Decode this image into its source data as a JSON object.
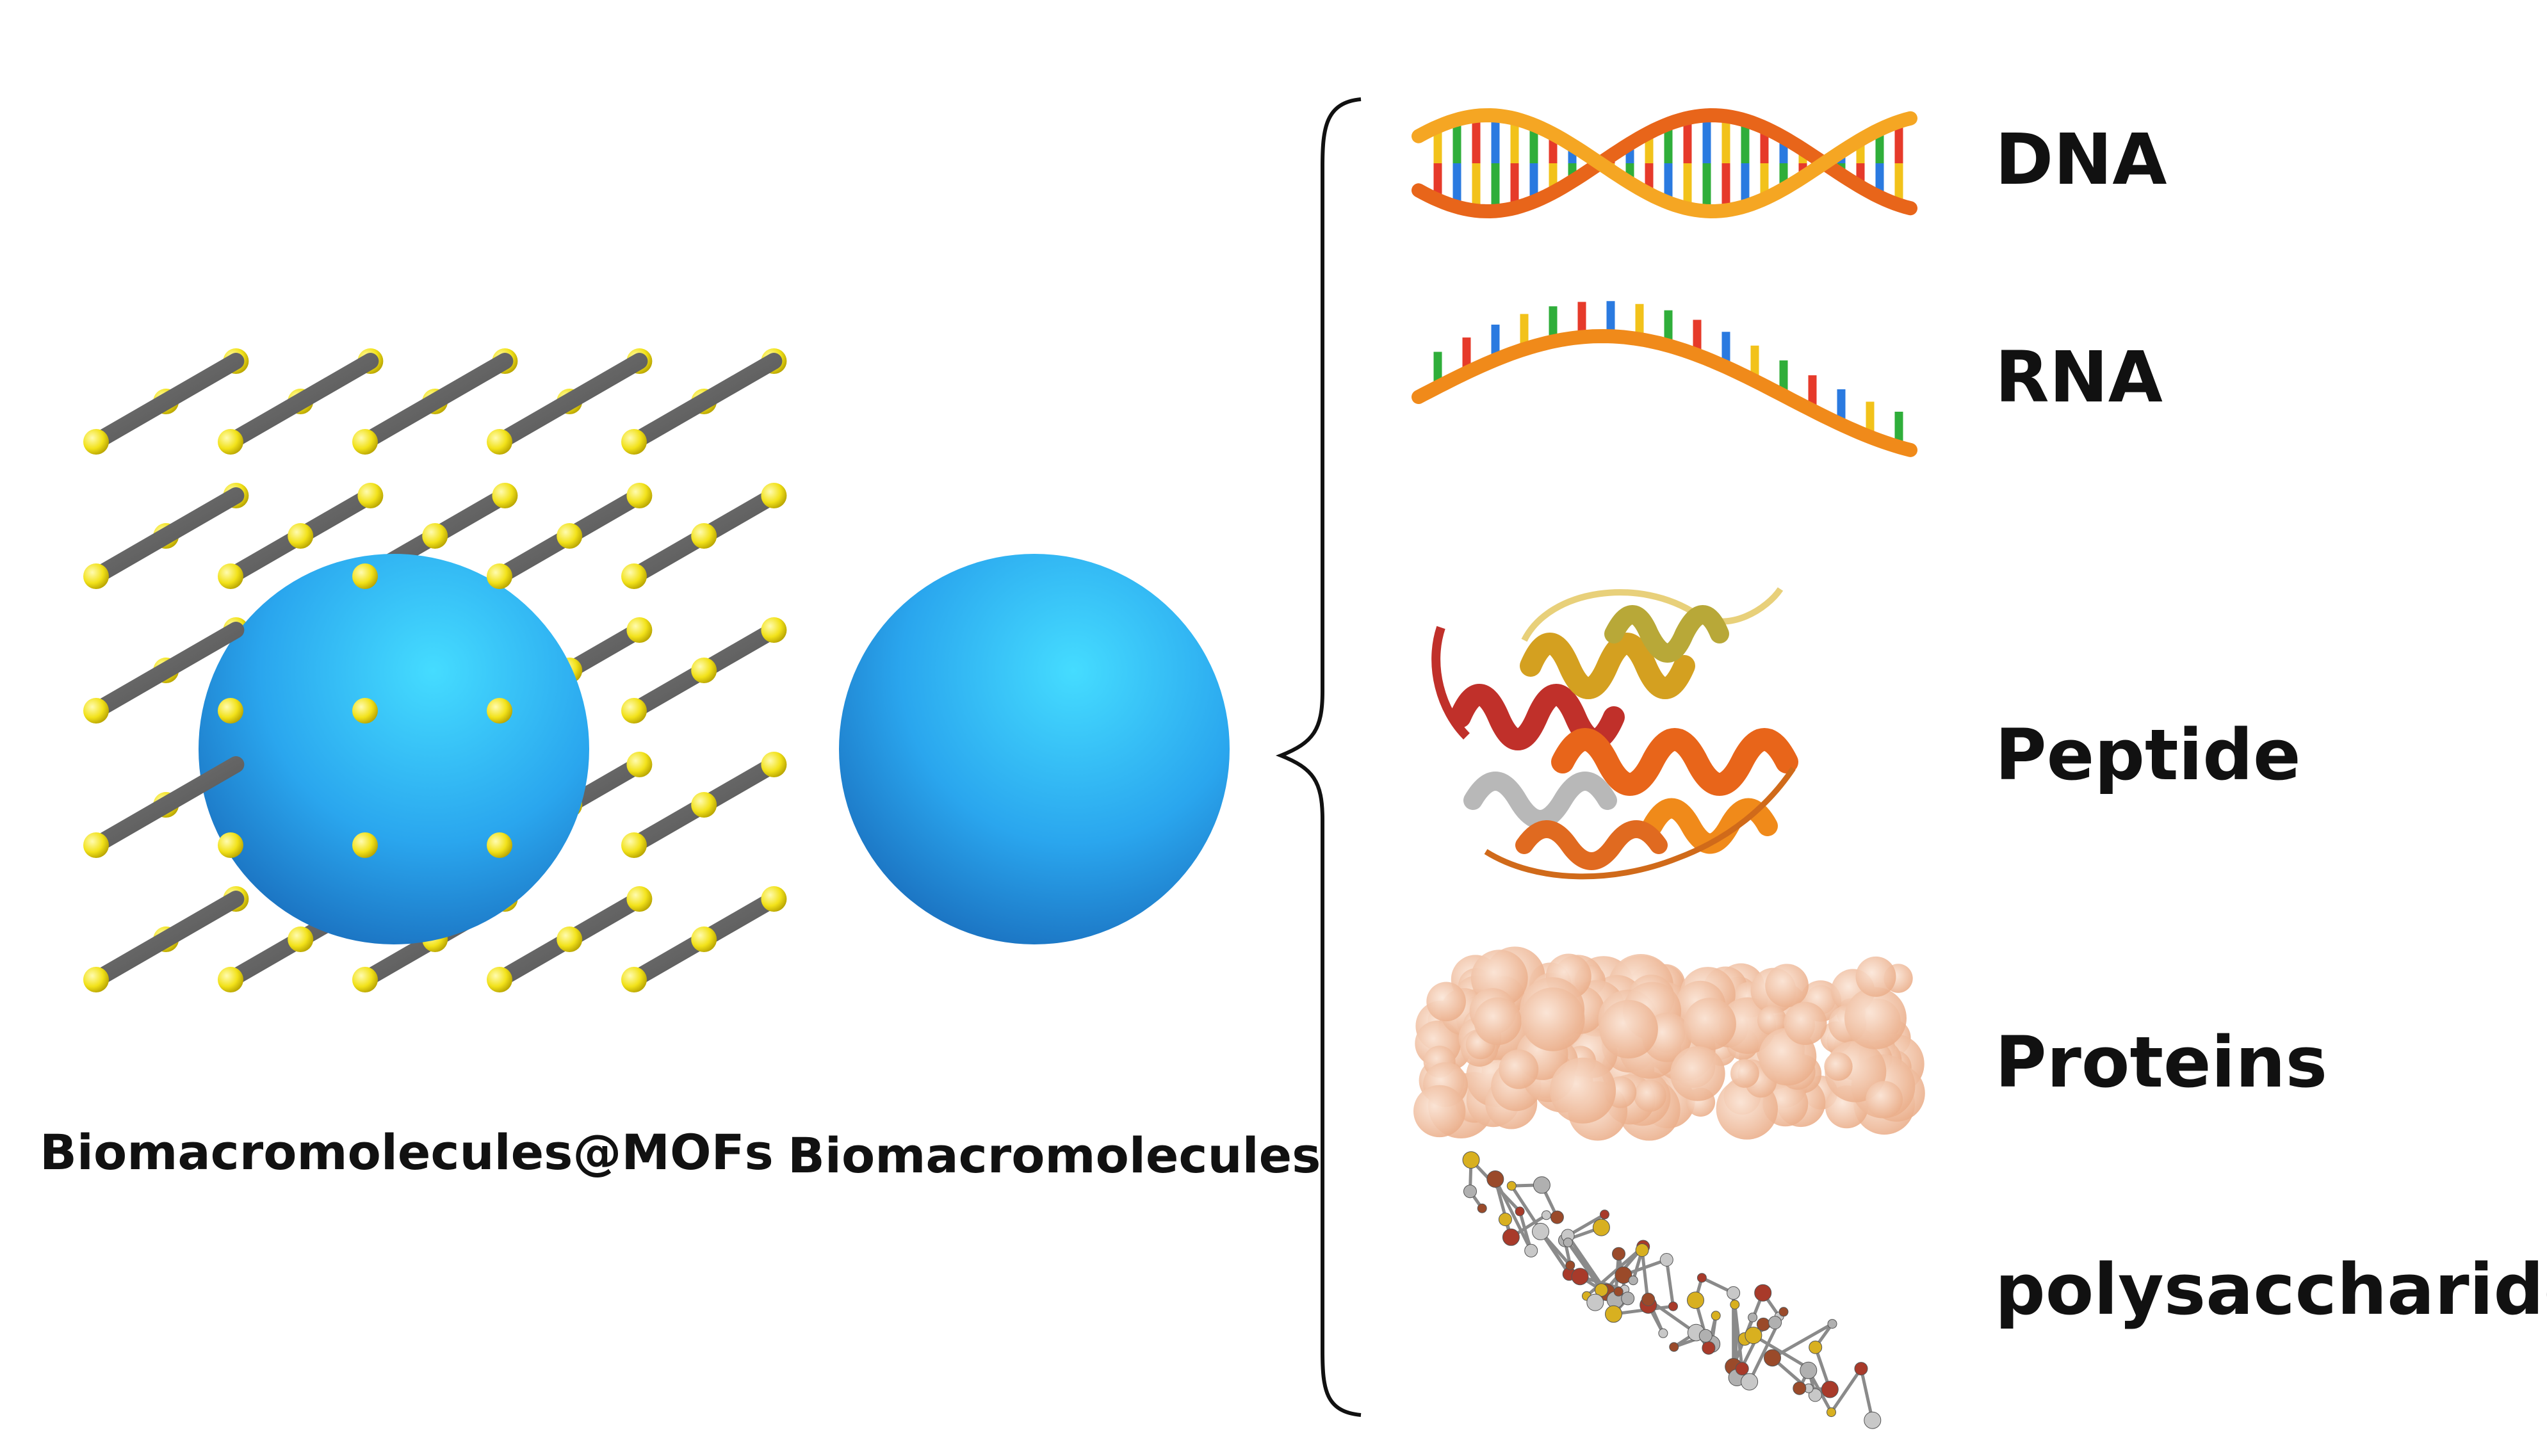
{
  "left_label": "Biomacromolecules@MOFs",
  "center_label": "Biomacromolecules",
  "categories": [
    {
      "id": "dna",
      "label": "DNA",
      "icon": "dna-double-helix-icon"
    },
    {
      "id": "rna",
      "label": "RNA",
      "icon": "rna-single-strand-icon"
    },
    {
      "id": "peptide",
      "label": "Peptide",
      "icon": "peptide-ribbon-icon"
    },
    {
      "id": "proteins",
      "label": "Proteins",
      "icon": "protein-surface-icon"
    },
    {
      "id": "polysaccharides",
      "label": "polysaccharides",
      "icon": "polysaccharide-molecule-icon"
    }
  ],
  "colors": {
    "sphere_light": "#3fd2ff",
    "sphere_dark": "#1a78c8",
    "framework_bar": "#5f5f5f",
    "framework_node": "#f2e21a",
    "helix_backbone": "#f08a1a",
    "protein_surface": "#f3c6a8"
  }
}
